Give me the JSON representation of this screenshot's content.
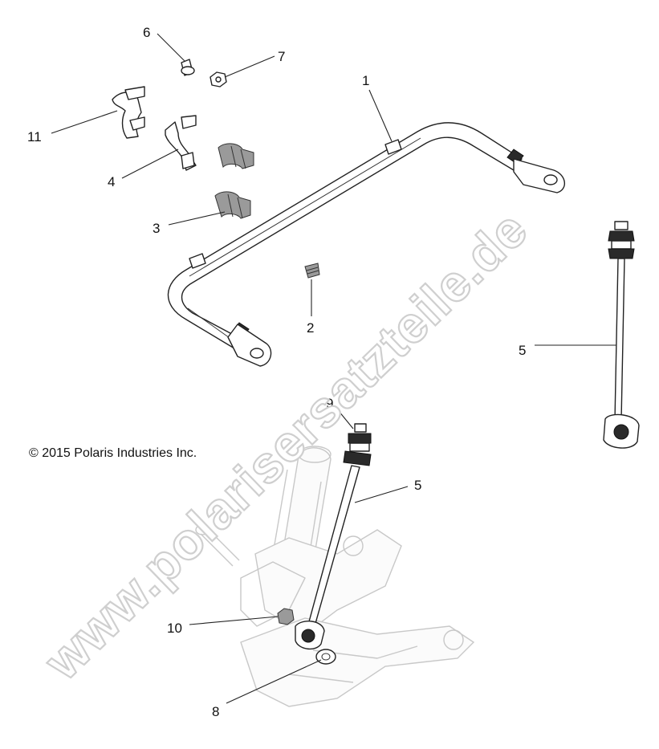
{
  "copyright": "© 2015 Polaris Industries Inc.",
  "watermark": "www.polarisersatzteile.de",
  "callouts": [
    {
      "id": "c1",
      "text": "1"
    },
    {
      "id": "c2",
      "text": "2"
    },
    {
      "id": "c3",
      "text": "3"
    },
    {
      "id": "c4",
      "text": "4"
    },
    {
      "id": "c5a",
      "text": "5"
    },
    {
      "id": "c5b",
      "text": "5"
    },
    {
      "id": "c6",
      "text": "6"
    },
    {
      "id": "c7",
      "text": "7"
    },
    {
      "id": "c8",
      "text": "8"
    },
    {
      "id": "c9",
      "text": "9"
    },
    {
      "id": "c10",
      "text": "10"
    },
    {
      "id": "c11",
      "text": "11"
    }
  ]
}
